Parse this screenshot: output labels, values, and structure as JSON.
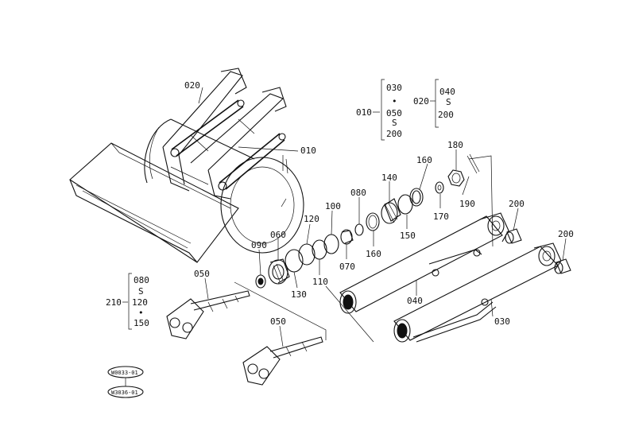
{
  "labels": {
    "p020": "020",
    "p010": "010",
    "p010g": "010",
    "p020g": "020",
    "g030": "030",
    "gdot1": "•",
    "g050": "050",
    "gs1": "S",
    "g200": "200",
    "g040": "040",
    "gs2": "S",
    "g200b": "200",
    "p180": "180",
    "p160a": "160",
    "p140": "140",
    "p080": "080",
    "p190": "190",
    "p170": "170",
    "p150": "150",
    "p160b": "160",
    "p070": "070",
    "p120": "120",
    "p100": "100",
    "p200a": "200",
    "p200b": "200",
    "p090": "090",
    "p060": "060",
    "p110": "110",
    "p130": "130",
    "p050a": "050",
    "p050b": "050",
    "p040": "040",
    "p030": "030",
    "p210": "210",
    "g080": "080",
    "gs3": "S",
    "g120": "120",
    "gdot2": "•",
    "g150": "150"
  },
  "stamps": {
    "s1": "W0033-01",
    "s2": "W3036-01"
  }
}
